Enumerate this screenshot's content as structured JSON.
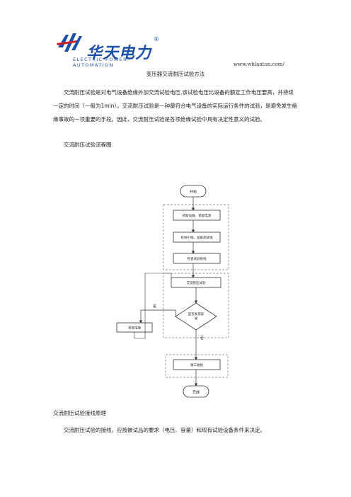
{
  "header": {
    "logo": {
      "cn_name": "华天电力",
      "en_name": "ELECTRIC POWER AUTOMATION",
      "reg_mark": "®"
    },
    "url": "www.whlanton.com/"
  },
  "document": {
    "title": "变压器交流耐压试验方法",
    "intro": "交流耐压试验是对电气设备绝缘外加交流试验电压,该试验电压比设备的额定工作电压要高，并持续一定的时间（一般为1min）。交流耐压试验是一种最符合电气设备的实际运行条件的试验，是避免发生绝缘事故的一项重要的手段。因此，交流耐压试验是各项绝缘试验中具有决定性意义的试验。",
    "flowchart_heading": "交流耐压试验流程图",
    "wiring_heading": "交流耐压试验接线原理",
    "wiring_text": "交流耐压试验的接线，应按被试品的要求（电压、容量）和现有试验设备条件来决定。"
  },
  "flowchart": {
    "start": "开始",
    "step1": "搭取设备、搭取电源",
    "step2": "拆除引线、准备测试线",
    "step3": "检查试验接线",
    "step4": "交流耐压试验",
    "decision_line1": "是否发现异",
    "decision_line2": "常",
    "yes_label": "是",
    "no_label": "否",
    "handle": "采取措施",
    "cleanup": "竣工收拾",
    "end": "完成"
  }
}
